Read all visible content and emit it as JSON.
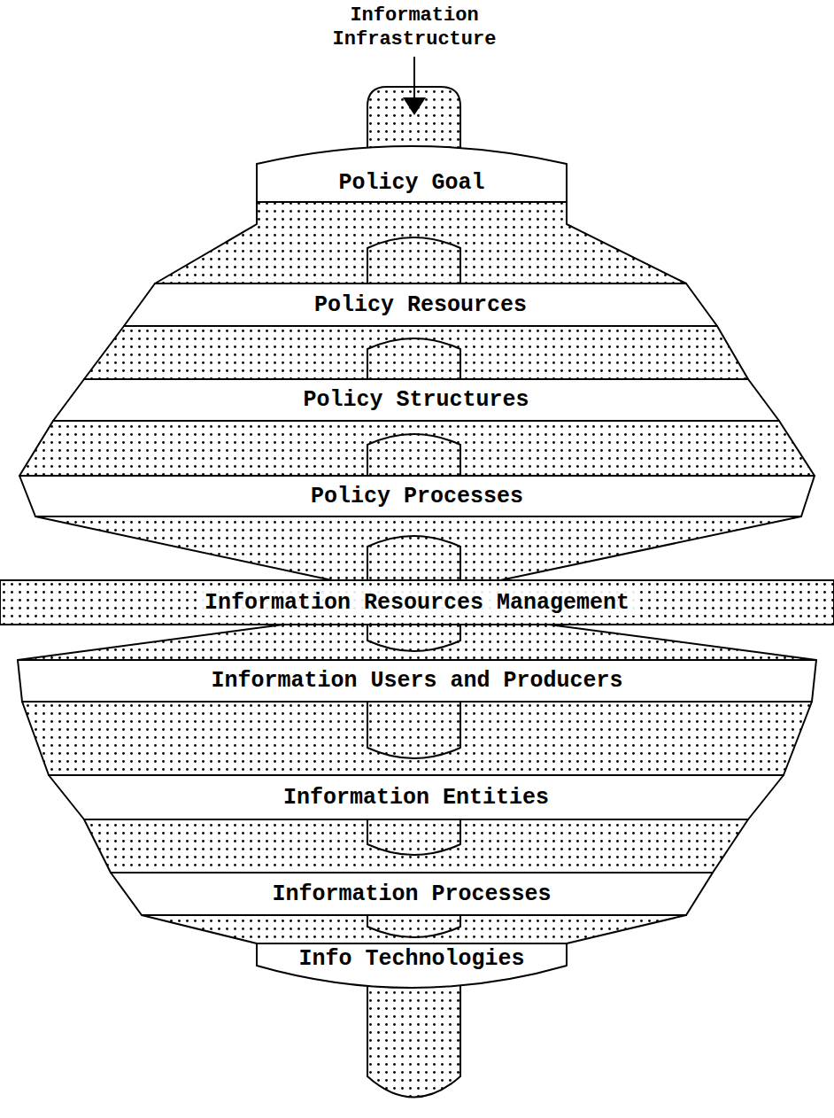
{
  "diagram": {
    "nodes": [
      {
        "text": [
          "Policy Goal"
        ]
      },
      {
        "text": [
          "Policy Resources"
        ]
      },
      {
        "text": [
          "Policy Structures"
        ]
      },
      {
        "text": [
          "Policy Processes"
        ]
      },
      {
        "text": [
          "Information Resources Management"
        ]
      },
      {
        "text": [
          "Information Users and Producers"
        ]
      },
      {
        "text": [
          "Information Entities"
        ]
      },
      {
        "text": [
          "Information Processes"
        ]
      },
      {
        "text": [
          "Info Technologies"
        ]
      }
    ],
    "labels": [
      "Information Infrastructure"
    ]
  }
}
